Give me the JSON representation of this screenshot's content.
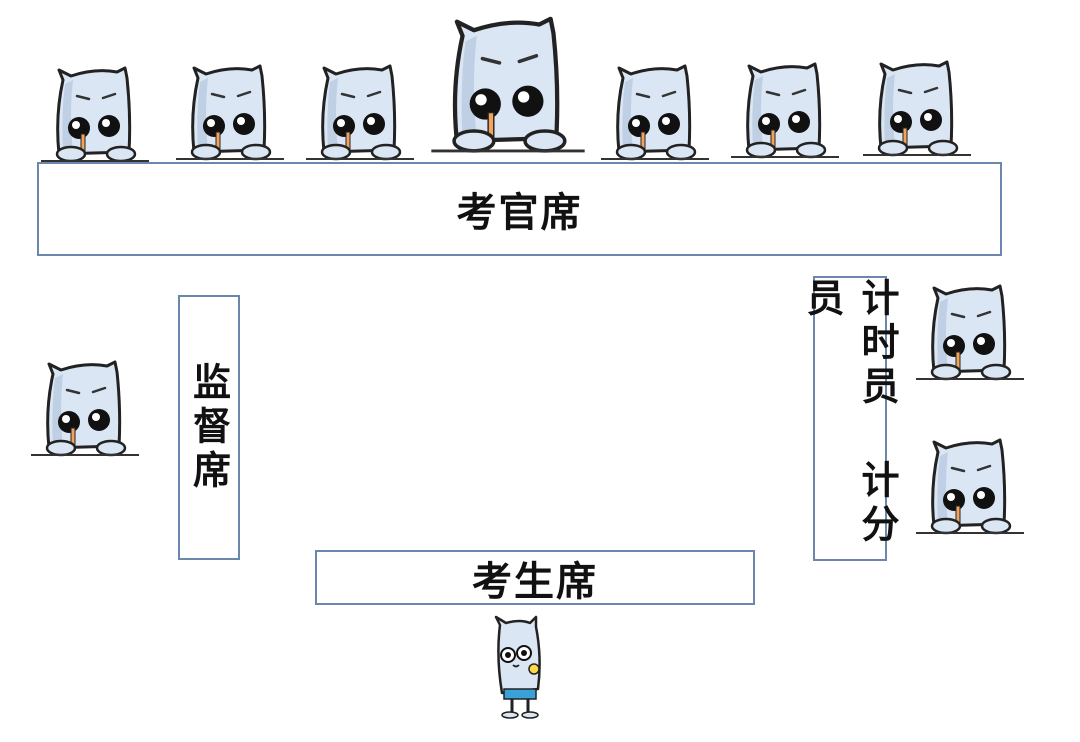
{
  "examiner_seat": {
    "label": "考官席"
  },
  "supervisor_seat": {
    "label": "监督席"
  },
  "timer_scorer_seat": {
    "label": "计时员 计分员"
  },
  "candidate_seat": {
    "label": "考生席"
  },
  "palette": {
    "outline": "#6b87ad",
    "character_fill": "#dbe6f4",
    "character_shade": "#b8c9e0",
    "ink": "#222222",
    "accent": "#ffd84a",
    "shorts": "#3aa0d8"
  },
  "icons": {
    "examiner": "cartoon-examiner-icon",
    "candidate": "cartoon-candidate-icon"
  }
}
